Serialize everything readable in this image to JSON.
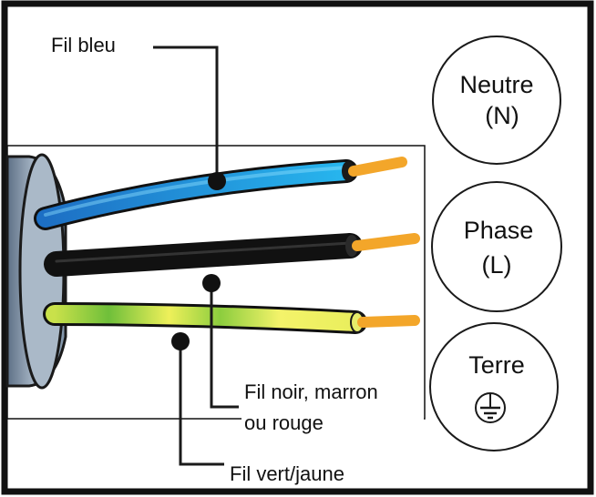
{
  "labels": {
    "blue_wire": "Fil bleu",
    "black_wire_line1": "Fil noir, marron",
    "black_wire_line2": "ou rouge",
    "green_yellow_wire": "Fil vert/jaune"
  },
  "terminals": [
    {
      "line1": "Neutre",
      "line2": "(N)"
    },
    {
      "line1": "Phase",
      "line2": "(L)"
    },
    {
      "line1": "Terre",
      "symbol": "earth-ground-icon"
    }
  ],
  "colors": {
    "blue_wire": "#1b8fd6",
    "black_wire": "#141414",
    "green_yellow_wire": "#b7d94a",
    "copper_tip": "#f3a62a",
    "cable_sheath": "#8fa3b8"
  }
}
